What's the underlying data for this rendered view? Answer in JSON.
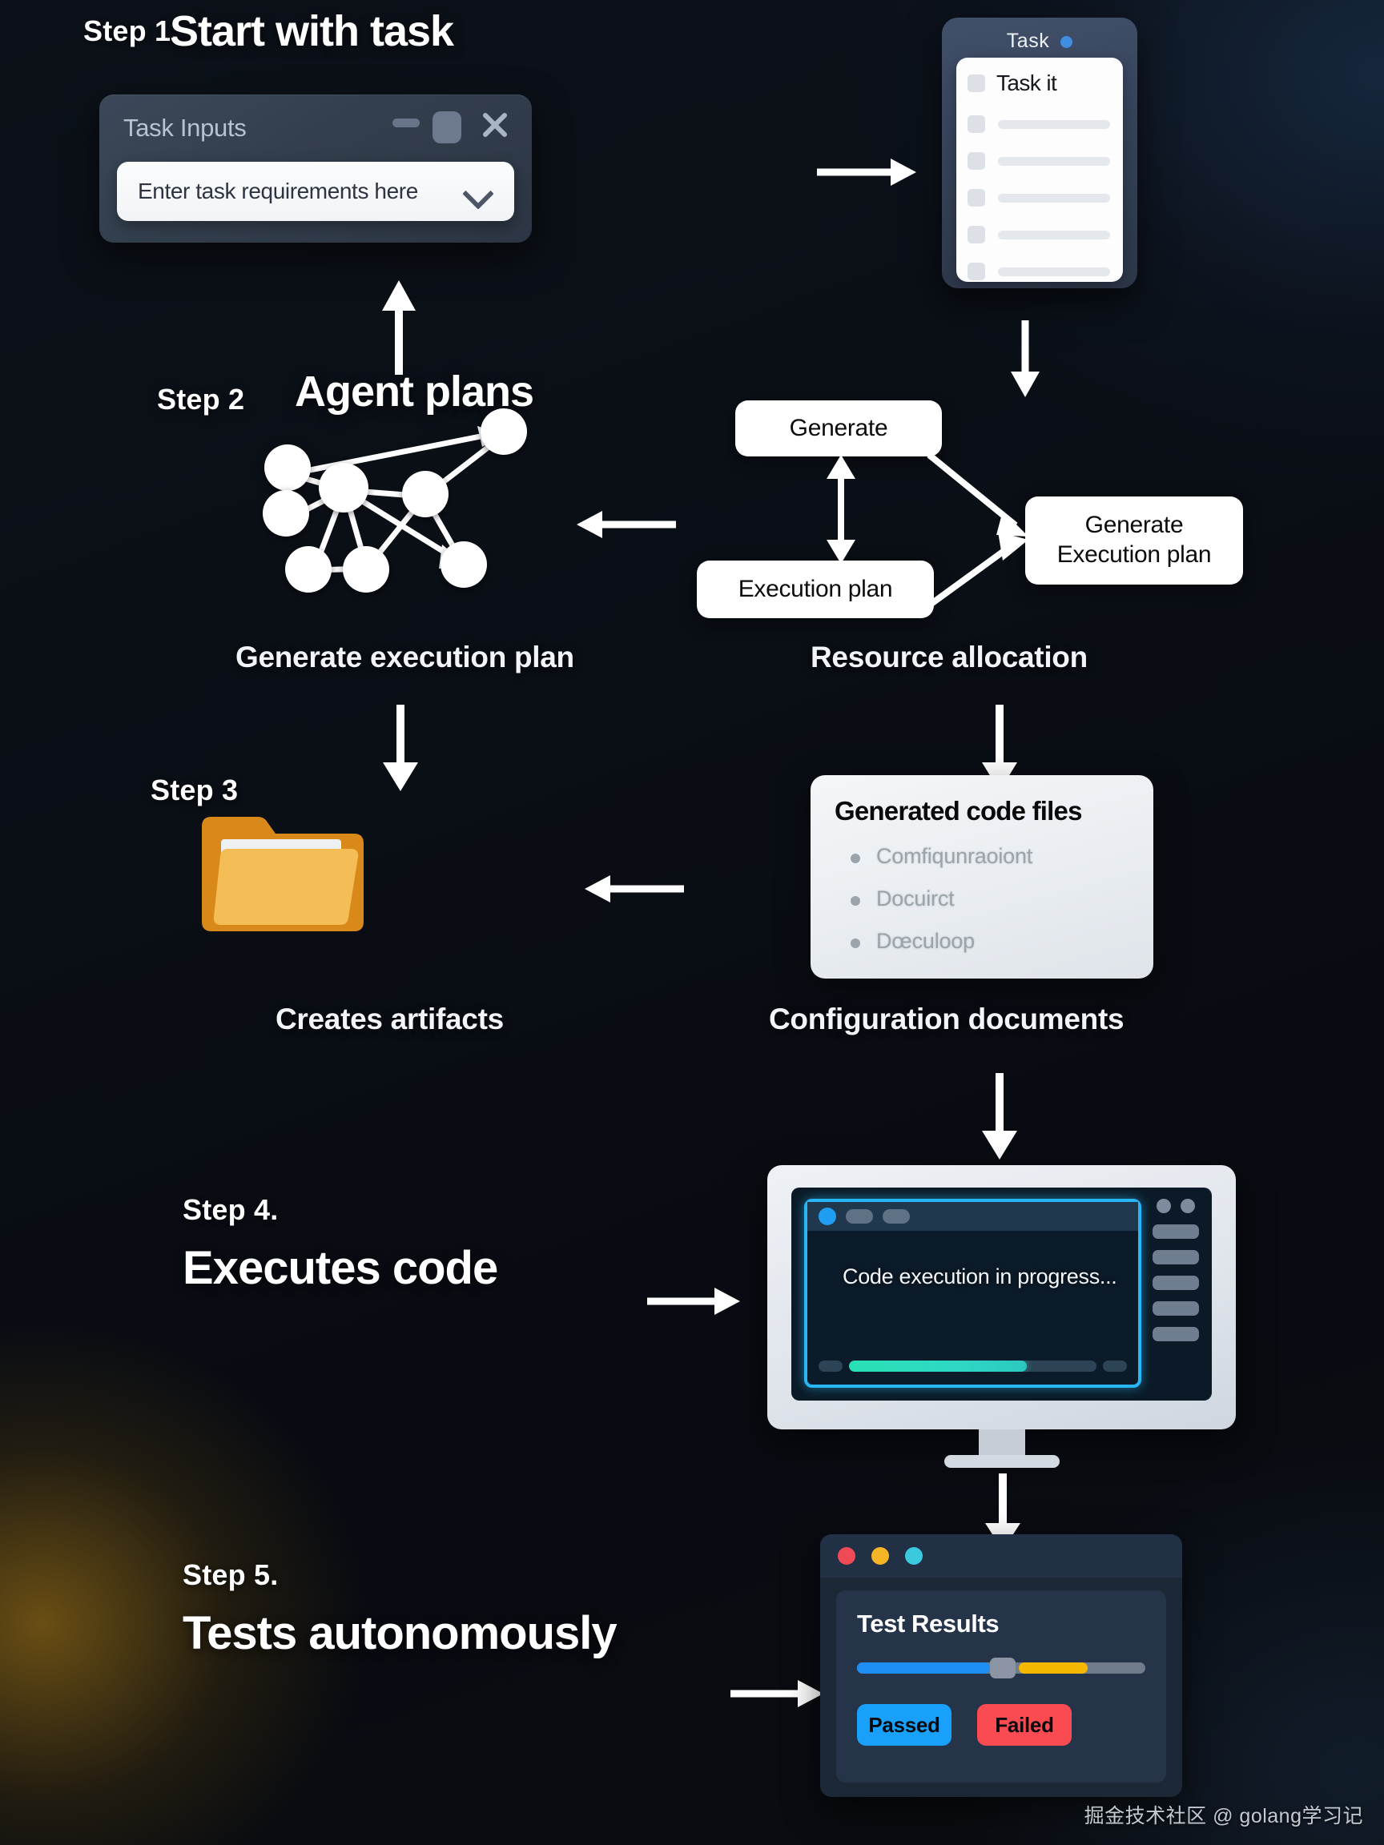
{
  "steps": {
    "s1": {
      "label": "Step 1.",
      "title": "Start with task"
    },
    "s2": {
      "label": "Step 2",
      "title": "Agent plans"
    },
    "s3": {
      "label": "Step 3",
      "title": ""
    },
    "s4": {
      "label": "Step 4.",
      "title": "Executes code"
    },
    "s5": {
      "label": "Step 5.",
      "title": "Tests autonomously"
    }
  },
  "task_dialog": {
    "title": "Task Inputs",
    "input_placeholder": "Enter task requirements here",
    "minimize_icon": "minimize-icon",
    "maximize_icon": "maximize-icon",
    "close_icon": "close-icon",
    "chevron_icon": "chevron-down-icon"
  },
  "task_card": {
    "header": "Task",
    "status_dot_color": "#3f8ee0",
    "first_item": "Task it",
    "placeholder_rows": 5
  },
  "graph": {
    "caption": "Generate execution plan",
    "node_count": 8
  },
  "flow": {
    "caption": "Resource allocation",
    "generate": "Generate",
    "execution_plan": "Execution plan",
    "generate_execution_plan": "Generate\nExecution plan",
    "generate_execution_plan_line1": "Generate",
    "generate_execution_plan_line2": "Execution plan"
  },
  "artifacts": {
    "caption": "Creates artifacts",
    "folder_icon": "folder-icon",
    "folder_color": "#f2b340"
  },
  "code_files": {
    "caption": "Configuration documents",
    "title": "Generated code files",
    "items": [
      "Comfiqunraoiont",
      "Docuirct",
      "Dœculoop"
    ]
  },
  "monitor": {
    "status_text": "Code execution in progress...",
    "progress_percent": 72,
    "accent_color": "#29b6f6",
    "progress_color": "#29e0b4"
  },
  "test_results": {
    "title": "Test Results",
    "window_dots": [
      "#f04a57",
      "#f6b526",
      "#3bc9e0"
    ],
    "slider": {
      "blue_percent": 46,
      "knob_percent": 46,
      "yellow_start": 56,
      "yellow_end": 80
    },
    "buttons": [
      {
        "label": "Passed",
        "color": "#18a0fb"
      },
      {
        "label": "Failed",
        "color": "#fa4a52"
      }
    ]
  },
  "watermark": "掘金技术社区 @ golang学习记"
}
